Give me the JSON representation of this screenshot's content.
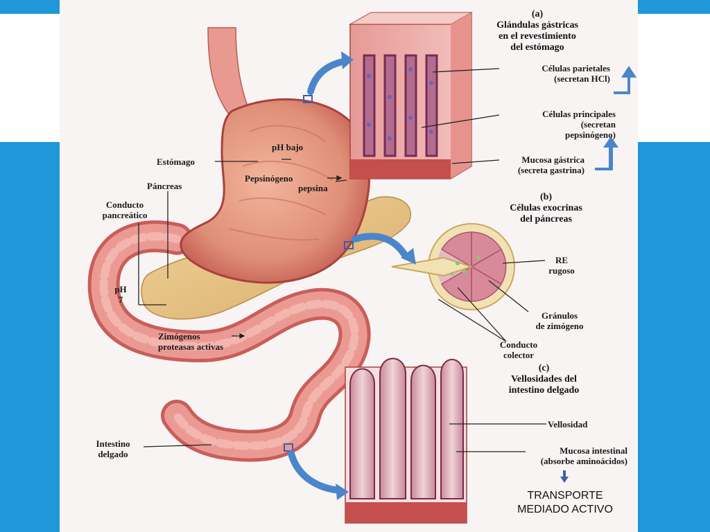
{
  "colors": {
    "frame": "#1f97d9",
    "panel": "#f7f4f3",
    "arrow": "#4a86c9",
    "tissue": "#d9706c"
  },
  "sections": {
    "a": {
      "letter": "(a)",
      "title_1": "Glándulas gástricas",
      "title_2": "en el revestimiento",
      "title_3": "del estómago"
    },
    "b": {
      "letter": "(b)",
      "title_1": "Células exocrinas",
      "title_2": "del páncreas"
    },
    "c": {
      "letter": "(c)",
      "title_1": "Vellosidades del",
      "title_2": "intestino delgado"
    }
  },
  "labels": {
    "estomago": "Estómago",
    "ph_bajo": "pH bajo",
    "pepsinogeno": "Pepsinógeno",
    "pepsina": "pepsina",
    "pancreas": "Páncreas",
    "conducto_pancreatico_1": "Conducto",
    "conducto_pancreatico_2": "pancreático",
    "ph_label": "pH",
    "ph_value": "7",
    "zimogenos": "Zimógenos",
    "proteasas": "proteasas activas",
    "intestino_1": "Intestino",
    "intestino_2": "delgado",
    "parietales_1": "Células parietales",
    "parietales_2": "(secretan HCl)",
    "principales_1": "Células principales",
    "principales_2": "(secretan",
    "principales_3": "pepsinógeno)",
    "mucosa_gastrica_1": "Mucosa gástrica",
    "mucosa_gastrica_2": "(secreta gastrina)",
    "re_1": "RE",
    "re_2": "rugoso",
    "granulos_1": "Gránulos",
    "granulos_2": "de zimógeno",
    "conducto_colector_1": "Conducto",
    "conducto_colector_2": "colector",
    "vellosidad": "Vellosidad",
    "mucosa_intestinal_1": "Mucosa intestinal",
    "mucosa_intestinal_2": "(absorbe aminoácidos)",
    "transporte_1": "TRANSPORTE",
    "transporte_2": "MEDIADO ACTIVO"
  },
  "icons": [
    "up-arrow-icon",
    "up-arrow-icon",
    "down-arrow-icon",
    "curved-arrow-icon"
  ]
}
